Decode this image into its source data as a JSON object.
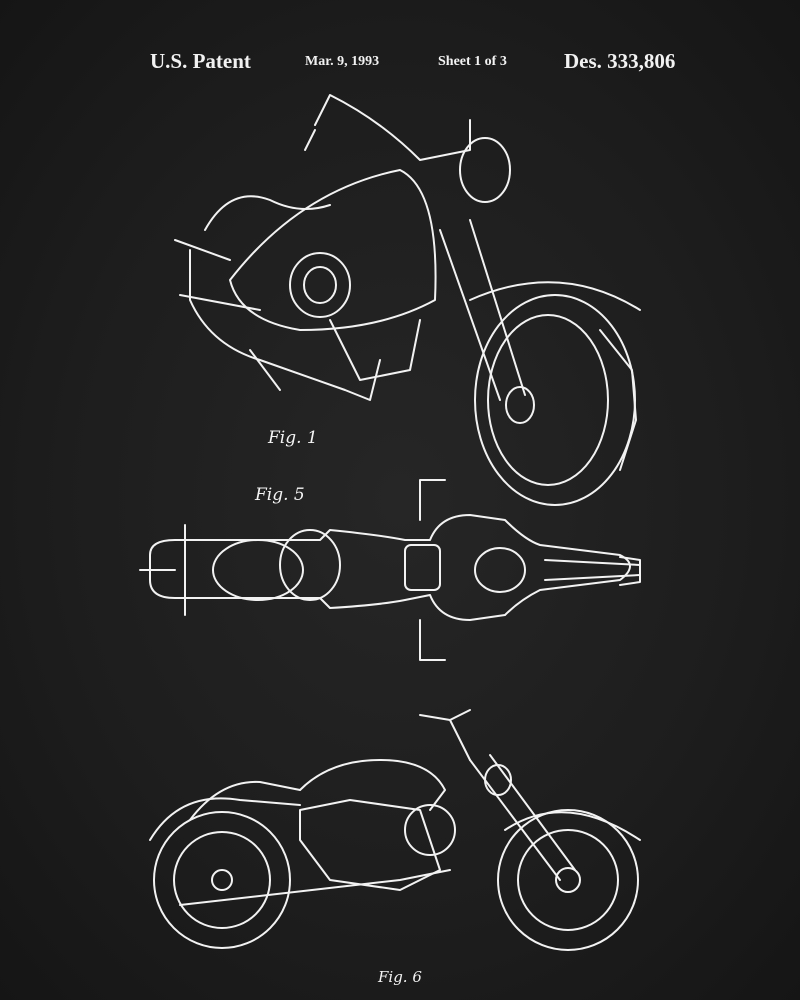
{
  "header": {
    "patent": "U.S. Patent",
    "date": "Mar. 9, 1993",
    "sheet": "Sheet 1 of 3",
    "number": "Des. 333,806"
  },
  "figures": [
    {
      "label": "Fig. 1"
    },
    {
      "label": "Fig. 5"
    },
    {
      "label": "Fig. 6"
    }
  ],
  "colors": {
    "background": "#1c1c1c",
    "ink": "#f2f2f2"
  }
}
